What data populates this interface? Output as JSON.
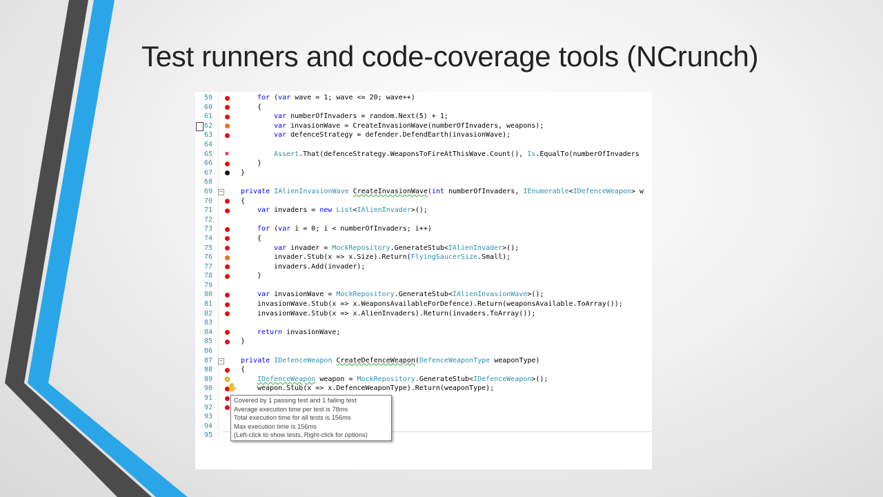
{
  "slide": {
    "title": "Test runners and code-coverage tools (NCrunch)",
    "accent_colors": [
      "#2aa6e8",
      "#4a4a4a"
    ]
  },
  "editor": {
    "lines": [
      {
        "num": "59",
        "marker": "red",
        "fold": false,
        "indent": 4,
        "tokens": [
          {
            "t": "for",
            "k": "kw"
          },
          {
            "t": " ("
          },
          {
            "t": "var",
            "k": "kw"
          },
          {
            "t": " wave = 1; wave <= 20; wave++)"
          }
        ]
      },
      {
        "num": "60",
        "marker": "red",
        "fold": false,
        "indent": 4,
        "tokens": [
          {
            "t": "{"
          }
        ]
      },
      {
        "num": "61",
        "marker": "red",
        "fold": false,
        "indent": 5,
        "tokens": [
          {
            "t": "var",
            "k": "kw"
          },
          {
            "t": " numberOfInvaders = random.Next(5) + 1;"
          }
        ]
      },
      {
        "num": "62",
        "marker": "orange",
        "fold": false,
        "indent": 5,
        "tokens": [
          {
            "t": "var",
            "k": "kw"
          },
          {
            "t": " invasionWave = CreateInvasionWave(numberOfInvaders, weapons);"
          }
        ]
      },
      {
        "num": "63",
        "marker": "red",
        "fold": false,
        "indent": 5,
        "tokens": [
          {
            "t": "var",
            "k": "kw"
          },
          {
            "t": " defenceStrategy = defender.DefendEarth(invasionWave);"
          }
        ]
      },
      {
        "num": "64",
        "marker": "",
        "fold": false,
        "indent": 0,
        "tokens": []
      },
      {
        "num": "65",
        "marker": "x",
        "fold": false,
        "indent": 5,
        "tokens": [
          {
            "t": "Assert",
            "k": "ty"
          },
          {
            "t": ".That(defenceStrategy.WeaponsToFireAtThisWave.Count(), "
          },
          {
            "t": "Is",
            "k": "ty"
          },
          {
            "t": ".EqualTo(numberOfInvaders"
          }
        ]
      },
      {
        "num": "66",
        "marker": "red",
        "fold": false,
        "indent": 4,
        "tokens": [
          {
            "t": "}"
          }
        ]
      },
      {
        "num": "67",
        "marker": "black",
        "fold": false,
        "indent": 3,
        "tokens": [
          {
            "t": "}"
          }
        ]
      },
      {
        "num": "68",
        "marker": "",
        "fold": false,
        "indent": 0,
        "tokens": []
      },
      {
        "num": "69",
        "marker": "",
        "fold": true,
        "indent": 3,
        "tokens": [
          {
            "t": "private",
            "k": "kw"
          },
          {
            "t": " "
          },
          {
            "t": "IAlienInvasionWave",
            "k": "ty"
          },
          {
            "t": " "
          },
          {
            "t": "CreateInvasionWave",
            "k": "sq"
          },
          {
            "t": "("
          },
          {
            "t": "int",
            "k": "kw"
          },
          {
            "t": " numberOfInvaders, "
          },
          {
            "t": "IEnumerable",
            "k": "ty"
          },
          {
            "t": "<"
          },
          {
            "t": "IDefenceWeapon",
            "k": "ty"
          },
          {
            "t": "> w"
          }
        ]
      },
      {
        "num": "70",
        "marker": "red",
        "fold": false,
        "indent": 3,
        "tokens": [
          {
            "t": "{"
          }
        ]
      },
      {
        "num": "71",
        "marker": "red",
        "fold": false,
        "indent": 4,
        "tokens": [
          {
            "t": "var",
            "k": "kw"
          },
          {
            "t": " invaders = "
          },
          {
            "t": "new",
            "k": "kw"
          },
          {
            "t": " "
          },
          {
            "t": "List",
            "k": "ty"
          },
          {
            "t": "<"
          },
          {
            "t": "IAlienInvader",
            "k": "ty"
          },
          {
            "t": ">();"
          }
        ]
      },
      {
        "num": "72",
        "marker": "",
        "fold": false,
        "indent": 0,
        "tokens": []
      },
      {
        "num": "73",
        "marker": "red",
        "fold": false,
        "indent": 4,
        "tokens": [
          {
            "t": "for",
            "k": "kw"
          },
          {
            "t": " ("
          },
          {
            "t": "var",
            "k": "kw"
          },
          {
            "t": " i = 0; i < numberOfInvaders; i++)"
          }
        ]
      },
      {
        "num": "74",
        "marker": "red",
        "fold": false,
        "indent": 4,
        "tokens": [
          {
            "t": "{"
          }
        ]
      },
      {
        "num": "75",
        "marker": "red",
        "fold": false,
        "indent": 5,
        "tokens": [
          {
            "t": "var",
            "k": "kw"
          },
          {
            "t": " invader = "
          },
          {
            "t": "MockRepository",
            "k": "ty"
          },
          {
            "t": ".GenerateStub<"
          },
          {
            "t": "IAlienInvader",
            "k": "ty"
          },
          {
            "t": ">();"
          }
        ]
      },
      {
        "num": "76",
        "marker": "orange",
        "fold": false,
        "indent": 5,
        "tokens": [
          {
            "t": "invader.Stub(x => x.Size).Return("
          },
          {
            "t": "FlyingSaucerSize",
            "k": "ty"
          },
          {
            "t": ".Small);"
          }
        ]
      },
      {
        "num": "77",
        "marker": "red",
        "fold": false,
        "indent": 5,
        "tokens": [
          {
            "t": "invaders.Add(invader);"
          }
        ]
      },
      {
        "num": "78",
        "marker": "red",
        "fold": false,
        "indent": 4,
        "tokens": [
          {
            "t": "}"
          }
        ]
      },
      {
        "num": "79",
        "marker": "",
        "fold": false,
        "indent": 0,
        "tokens": []
      },
      {
        "num": "80",
        "marker": "red",
        "fold": false,
        "indent": 4,
        "tokens": [
          {
            "t": "var",
            "k": "kw"
          },
          {
            "t": " invasionWave = "
          },
          {
            "t": "MockRepository",
            "k": "ty"
          },
          {
            "t": ".GenerateStub<"
          },
          {
            "t": "IAlienInvasionWave",
            "k": "ty"
          },
          {
            "t": ">();"
          }
        ]
      },
      {
        "num": "81",
        "marker": "red",
        "fold": false,
        "indent": 4,
        "tokens": [
          {
            "t": "invasionWave.Stub(x => x.WeaponsAvailableForDefence).Return(weaponsAvailable.ToArray());"
          }
        ]
      },
      {
        "num": "82",
        "marker": "red",
        "fold": false,
        "indent": 4,
        "tokens": [
          {
            "t": "invasionWave.Stub(x => x.AlienInvaders).Return(invaders.ToArray());"
          }
        ]
      },
      {
        "num": "83",
        "marker": "",
        "fold": false,
        "indent": 0,
        "tokens": []
      },
      {
        "num": "84",
        "marker": "red",
        "fold": false,
        "indent": 4,
        "tokens": [
          {
            "t": "return",
            "k": "kw"
          },
          {
            "t": " invasionWave;"
          }
        ]
      },
      {
        "num": "85",
        "marker": "red",
        "fold": false,
        "indent": 3,
        "tokens": [
          {
            "t": "}"
          }
        ]
      },
      {
        "num": "86",
        "marker": "",
        "fold": false,
        "indent": 0,
        "tokens": []
      },
      {
        "num": "87",
        "marker": "",
        "fold": true,
        "indent": 3,
        "tokens": [
          {
            "t": "private",
            "k": "kw"
          },
          {
            "t": " "
          },
          {
            "t": "IDefenceWeapon",
            "k": "ty"
          },
          {
            "t": " "
          },
          {
            "t": "CreateDefenceWeapon",
            "k": "sq"
          },
          {
            "t": "("
          },
          {
            "t": "DefenceWeaponType",
            "k": "ty"
          },
          {
            "t": " weaponType)"
          }
        ]
      },
      {
        "num": "88",
        "marker": "red",
        "fold": false,
        "indent": 3,
        "tokens": [
          {
            "t": "{"
          }
        ]
      },
      {
        "num": "89",
        "marker": "yellow",
        "fold": false,
        "indent": 4,
        "tokens": [
          {
            "t": "IDefenceWeapon",
            "k": "tysq"
          },
          {
            "t": " weapon = "
          },
          {
            "t": "MockRepository",
            "k": "ty"
          },
          {
            "t": ".GenerateStub<"
          },
          {
            "t": "IDefenceWeapon",
            "k": "ty"
          },
          {
            "t": ">();"
          }
        ]
      },
      {
        "num": "90",
        "marker": "red",
        "fold": false,
        "indent": 4,
        "tokens": [
          {
            "t": "weapon.Stub(x => x.DefenceWeaponType).Return(weaponType);"
          }
        ]
      },
      {
        "num": "91",
        "marker": "red",
        "fold": false,
        "indent": 0,
        "tokens": []
      },
      {
        "num": "92",
        "marker": "red",
        "fold": false,
        "indent": 0,
        "tokens": []
      },
      {
        "num": "93",
        "marker": "",
        "fold": false,
        "indent": 0,
        "tokens": []
      },
      {
        "num": "94",
        "marker": "",
        "fold": false,
        "indent": 2,
        "tokens": [
          {
            "t": "}"
          }
        ]
      },
      {
        "num": "95",
        "marker": "",
        "fold": false,
        "indent": 0,
        "tokens": []
      }
    ]
  },
  "tooltip": {
    "lines": [
      "Covered by 1 passing test and 1 failing test",
      "Average execution time per test is 78ms",
      "Total execution time for all tests is 156ms",
      "Max execution time is 156ms",
      "(Left-click to show tests, Right-click for options)"
    ]
  }
}
